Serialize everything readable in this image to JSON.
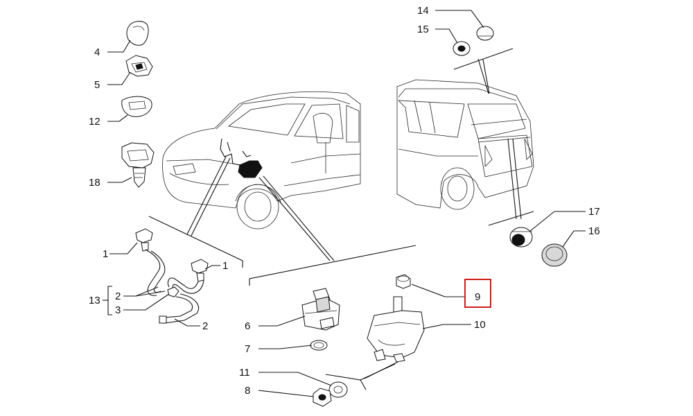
{
  "diagram": {
    "highlight_color": "#d11a1a",
    "callouts": {
      "c4": "4",
      "c5": "5",
      "c12": "12",
      "c18": "18",
      "c14": "14",
      "c15": "15",
      "c17": "17",
      "c16": "16",
      "c1a": "1",
      "c1b": "1",
      "c13": "13",
      "c2a": "2",
      "c3": "3",
      "c2b": "2",
      "c6": "6",
      "c7": "7",
      "c11": "11",
      "c8": "8",
      "c9": "9",
      "c10": "10"
    }
  }
}
